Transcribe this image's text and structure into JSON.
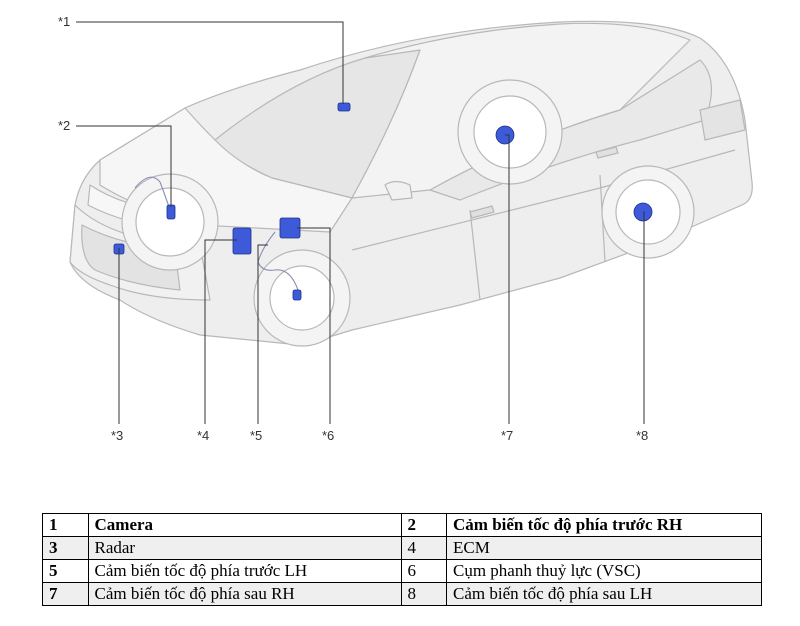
{
  "callouts": [
    "*1",
    "*2",
    "*3",
    "*4",
    "*5",
    "*6",
    "*7",
    "*8"
  ],
  "legend": [
    {
      "n1": "1",
      "l1": "Camera",
      "n2": "2",
      "l2": "Cảm biến tốc độ phía trước RH"
    },
    {
      "n1": "3",
      "l1": "Radar",
      "n2": "4",
      "l2": "ECM"
    },
    {
      "n1": "5",
      "l1": "Cảm biến tốc độ phía trước LH",
      "n2": "6",
      "l2": "Cụm phanh thuỷ lực (VSC)"
    },
    {
      "n1": "7",
      "l1": "Cảm biến tốc độ phía sau RH",
      "n2": "8",
      "l2": "Cảm biến tốc độ phía sau LH"
    }
  ],
  "colors": {
    "component": "#3d5bd9",
    "body_fill": "#eeeeee",
    "outline": "#b8b8b8",
    "leader": "#333333"
  }
}
